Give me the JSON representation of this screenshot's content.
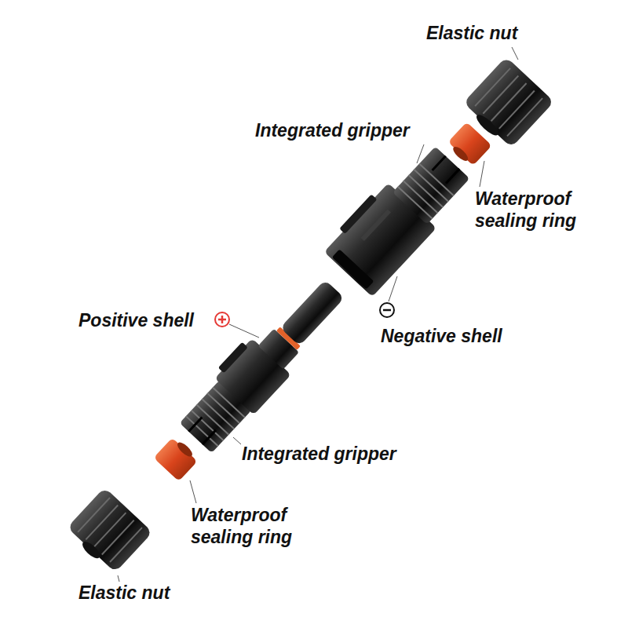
{
  "diagram": {
    "labels": [
      "Elastic nut",
      "Integrated gripper",
      "Waterproof sealing ring",
      "Positive shell",
      "Negative shell",
      "Integrated gripper",
      "Waterproof sealing ring",
      "Elastic nut"
    ]
  }
}
